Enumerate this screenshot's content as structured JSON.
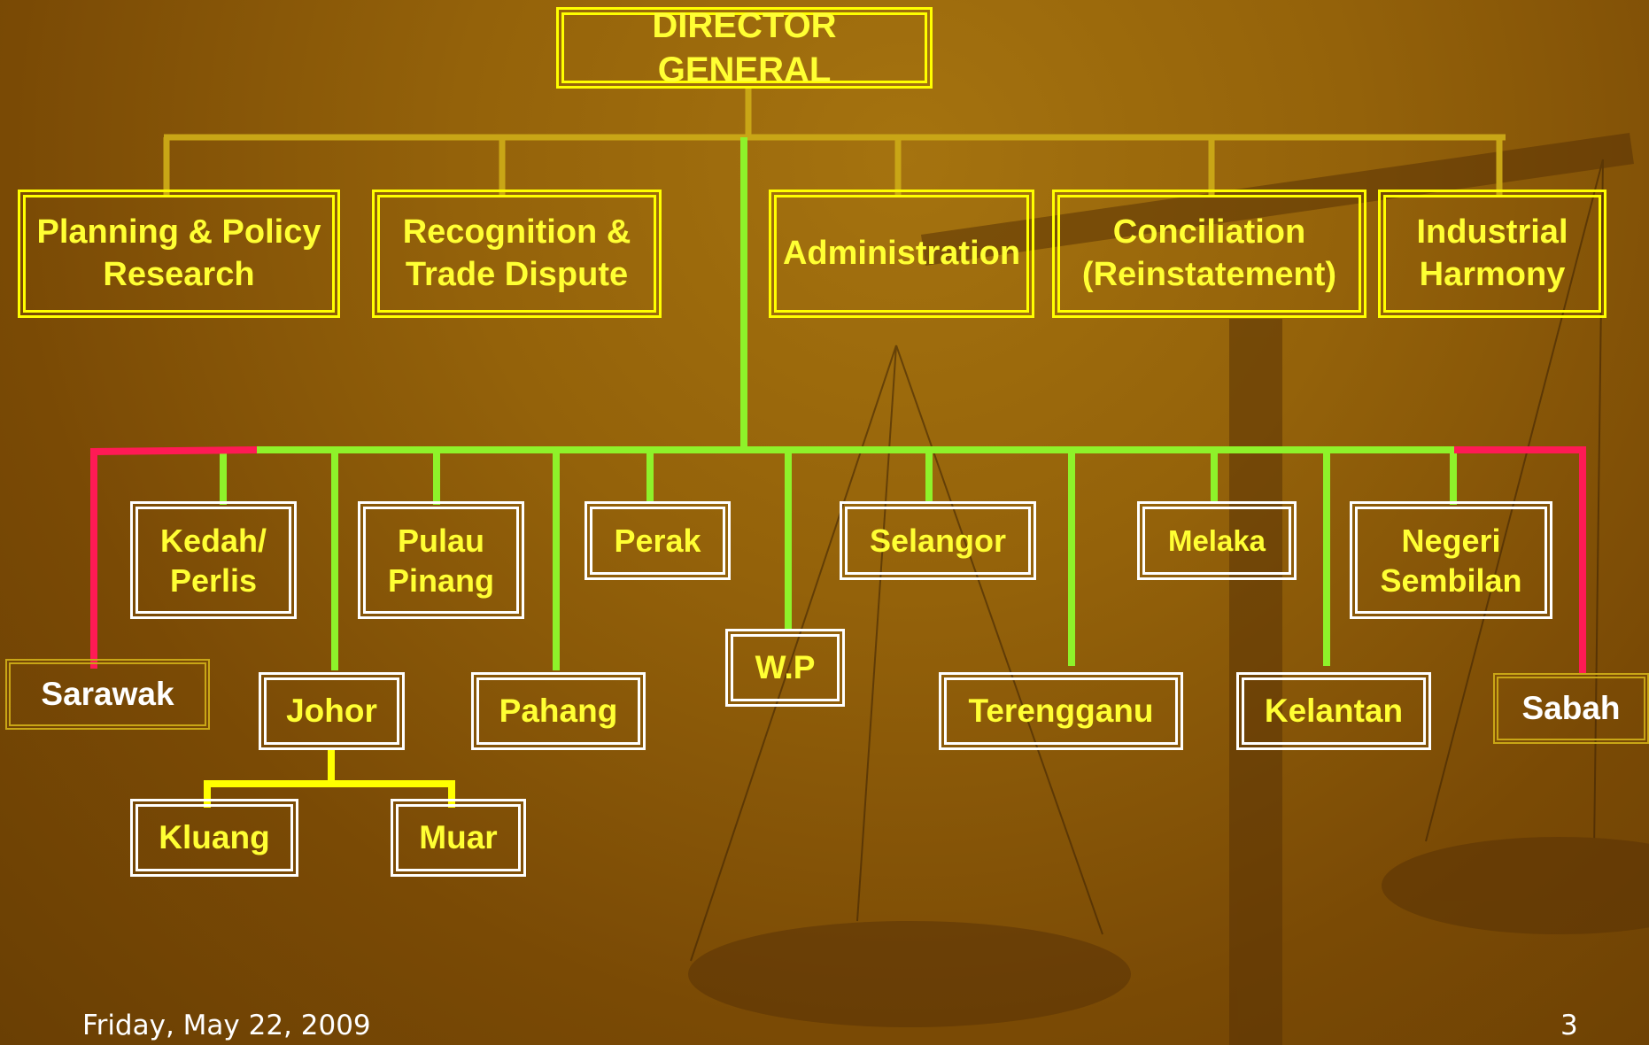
{
  "director": "DIRECTOR GENERAL",
  "divisions": [
    "Planning & Policy\nResearch",
    "Recognition &\nTrade Dispute",
    "Administration",
    "Conciliation\n(Reinstatement)",
    "Industrial\nHarmony"
  ],
  "states": {
    "kedah": "Kedah/\nPerlis",
    "pulau_pinang": "Pulau\nPinang",
    "perak": "Perak",
    "selangor": "Selangor",
    "melaka": "Melaka",
    "negeri_sembilan": "Negeri\nSembilan",
    "sarawak": "Sarawak",
    "johor": "Johor",
    "pahang": "Pahang",
    "wp": "W.P",
    "terengganu": "Terengganu",
    "kelantan": "Kelantan",
    "sabah": "Sabah",
    "kluang": "Kluang",
    "muar": "Muar"
  },
  "footer": {
    "date": "Friday, May 22, 2009",
    "page": "3"
  },
  "colors": {
    "division_line": "#c9a616",
    "state_line": "#8ef22a",
    "east_line": "#ff1a55",
    "sub_line": "#ffff00"
  }
}
